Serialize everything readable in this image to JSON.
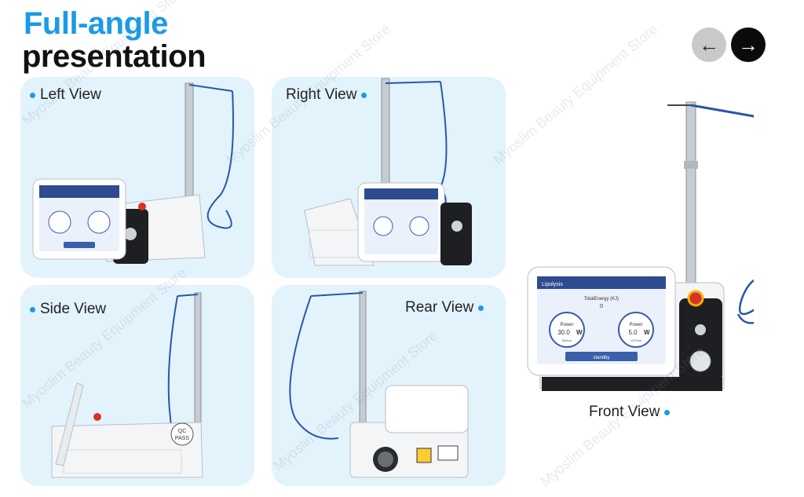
{
  "header": {
    "title_line1": "Full-angle",
    "title_line2": "presentation"
  },
  "nav": {
    "prev_symbol": "←",
    "next_symbol": "→"
  },
  "views": {
    "left": "Left View",
    "right": "Right View",
    "side": "Side View",
    "rear": "Rear View",
    "front": "Front View"
  },
  "screen": {
    "brand": "Lipolysis",
    "energy_label": "TotalEnergy (KJ)",
    "energy_value": "0",
    "power_label": "Power",
    "power_left": "30.0",
    "power_right": "5.0",
    "unit": "W",
    "standby": "standby",
    "wavelength_left": "980nm",
    "wavelength_right": "1470nm"
  },
  "side_labels": {
    "qc": "QC",
    "pass": "PASS"
  },
  "watermark": "Myoslim Beauty Equipment Store",
  "colors": {
    "accent": "#1a9be6",
    "panel_bg": "#e3f3fc",
    "fiber": "#2a56a8"
  }
}
